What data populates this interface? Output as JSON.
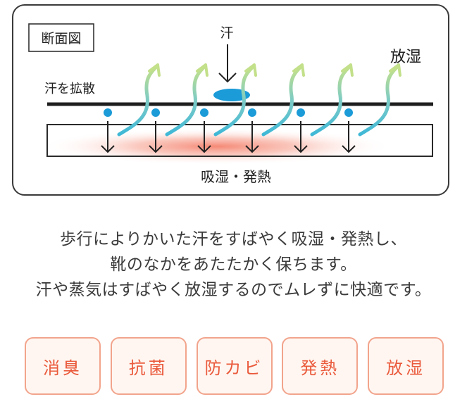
{
  "diagram": {
    "section_label": "断面図",
    "sweat_label": "汗",
    "release_label": "放湿",
    "spread_label": "汗を拡散",
    "absorb_label": "吸湿・発熱"
  },
  "description": {
    "lines": [
      "歩行によりかいた汗をすばやく吸湿・発熱し、",
      "靴のなかをあたたかく保ちます。",
      "汗や蒸気はすばやく放湿するのでムレずに快適です。"
    ]
  },
  "features": [
    {
      "label": "消臭"
    },
    {
      "label": "抗菌"
    },
    {
      "label": "防カビ"
    },
    {
      "label": "発熱"
    },
    {
      "label": "放湿"
    }
  ],
  "colors": {
    "feature_text": "#ea5a3c",
    "feature_border": "#f2a48c",
    "droplet": "#1b9bd7",
    "vapor_top": "#c3e08a",
    "vapor_bottom": "#3fb8d6",
    "heat": "#f4826e"
  }
}
